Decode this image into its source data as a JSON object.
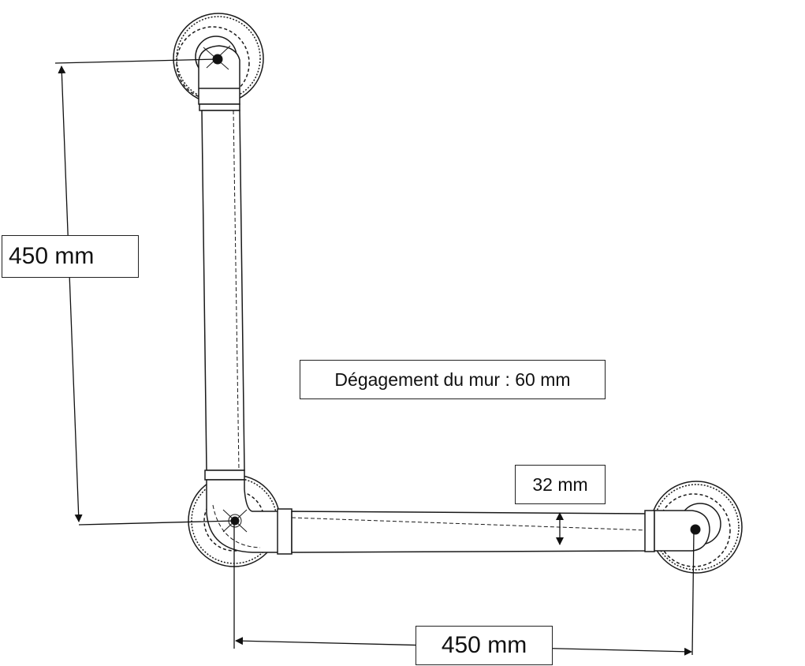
{
  "labels": {
    "vertical_length": "450 mm",
    "horizontal_length": "450 mm",
    "wall_clearance": "Dégagement du mur : 60 mm",
    "tube_diameter": "32 mm"
  },
  "colors": {
    "line": "#1a1a1a",
    "background": "#ffffff"
  }
}
